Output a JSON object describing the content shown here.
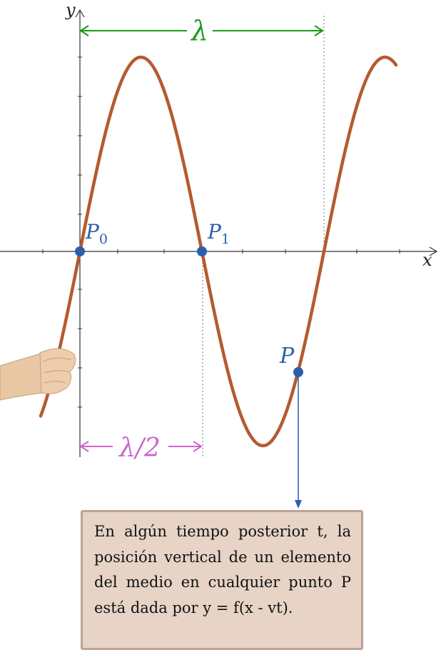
{
  "axes": {
    "x_label": "x",
    "y_label": "y"
  },
  "labels": {
    "wavelength": "λ",
    "half_wavelength": "λ/2",
    "point_p0": "P",
    "point_p0_sub": "0",
    "point_p1": "P",
    "point_p1_sub": "1",
    "point_p": "P"
  },
  "info_box": {
    "text": "En algún tiempo posterior t, la posición vertical de un elemento del medio en cualquier punto P está dada por y = f(x - vt)."
  },
  "colors": {
    "wave": "#b55a30",
    "point": "#2b5fab",
    "wavelength_arrow": "#1a9b1a",
    "half_wavelength_arrow": "#cc66cc",
    "axes": "#333333",
    "box_fill": "#e7d4c7",
    "box_border": "#bba497",
    "hand": "#e9c7a4"
  }
}
